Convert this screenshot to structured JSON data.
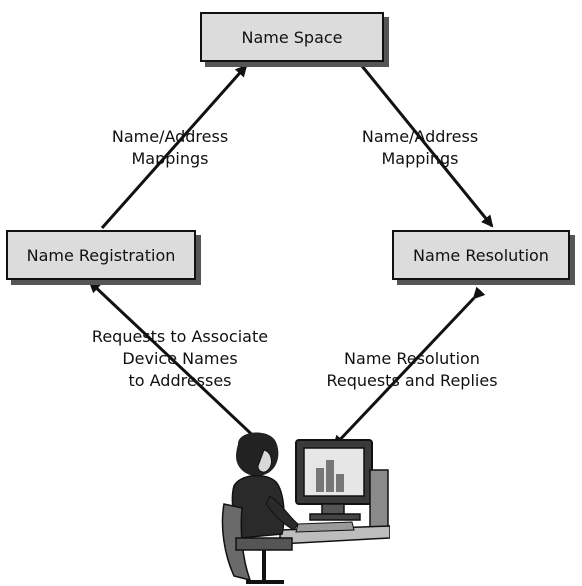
{
  "nodes": {
    "name_space": "Name Space",
    "name_registration": "Name Registration",
    "name_resolution": "Name Resolution"
  },
  "edges": {
    "left_top": [
      "Name/Address",
      "Mappings"
    ],
    "right_top": [
      "Name/Address",
      "Mappings"
    ],
    "left_bottom": [
      "Requests to Associate",
      "Device Names",
      "to Addresses"
    ],
    "right_bottom": [
      "Name Resolution",
      "Requests and Replies"
    ]
  },
  "icons": {
    "user": "person-at-computer-icon"
  }
}
